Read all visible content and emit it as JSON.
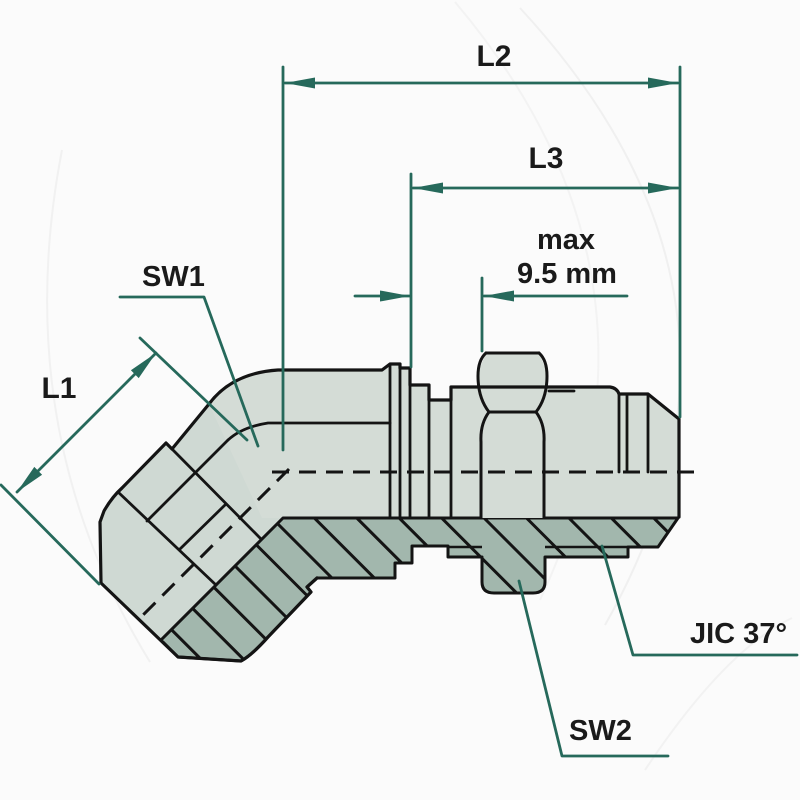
{
  "figure": {
    "kind": "technical-drawing",
    "subject": "45-degree hydraulic adapter fitting, side view with dimension callouts"
  },
  "labels": {
    "l2": "L2",
    "l3": "L3",
    "max_line1": "max",
    "max_line2": "9.5 mm",
    "sw1": "SW1",
    "l1": "L1",
    "sw2": "SW2",
    "jic": "JIC 37°"
  },
  "colors": {
    "dimension": "#26695B",
    "outline": "#141414",
    "body_fill": "#D4DCD6",
    "port_fill": "#CFD9D3",
    "thread_fill": "#A2B7AD",
    "hatch_line": "#141414",
    "background": "#FBFBFB",
    "text": "#1A1A1A"
  }
}
